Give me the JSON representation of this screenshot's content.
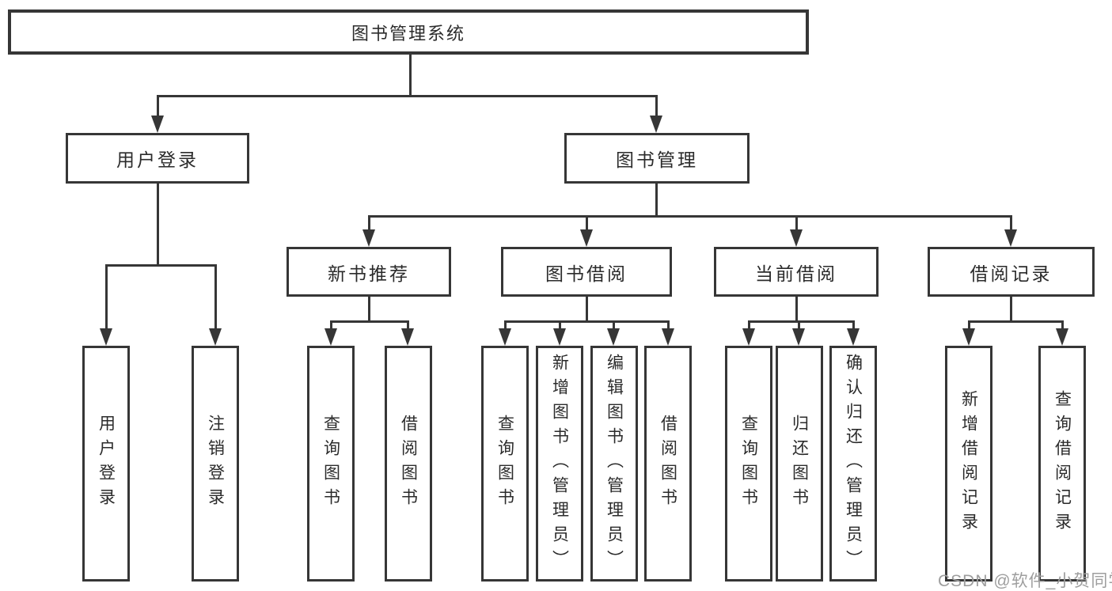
{
  "tree": {
    "root": {
      "label": "图书管理系统"
    },
    "children": [
      {
        "label": "用户登录",
        "children": [
          {
            "label": "用户登录"
          },
          {
            "label": "注销登录"
          }
        ]
      },
      {
        "label": "图书管理",
        "children": [
          {
            "label": "新书推荐",
            "children": [
              {
                "label": "查询图书"
              },
              {
                "label": "借阅图书"
              }
            ]
          },
          {
            "label": "图书借阅",
            "children": [
              {
                "label": "查询图书"
              },
              {
                "label": "新增图书（管理员）"
              },
              {
                "label": "编辑图书（管理员）"
              },
              {
                "label": "借阅图书"
              }
            ]
          },
          {
            "label": "当前借阅",
            "children": [
              {
                "label": "查询图书"
              },
              {
                "label": "归还图书"
              },
              {
                "label": "确认归还（管理员）"
              }
            ]
          },
          {
            "label": "借阅记录",
            "children": [
              {
                "label": "新增借阅记录"
              },
              {
                "label": "查询借阅记录"
              }
            ]
          }
        ]
      }
    ]
  },
  "watermark": "CSDN @软件_小贺同学",
  "colors": {
    "line": "#363636",
    "text": "#2b2b2b",
    "watermark": "#9e9e9e",
    "background": "#ffffff"
  }
}
